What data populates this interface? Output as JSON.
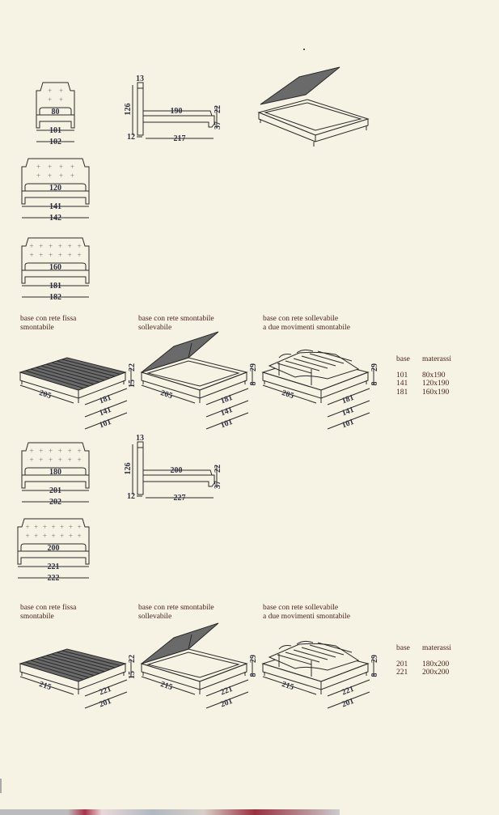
{
  "headboards": [
    {
      "id": "hb-80",
      "mattress": "80",
      "dim1": "101",
      "dim2": "102",
      "cols": 2
    },
    {
      "id": "hb-120",
      "mattress": "120",
      "dim1": "141",
      "dim2": "142",
      "cols": 4
    },
    {
      "id": "hb-160",
      "mattress": "160",
      "dim1": "181",
      "dim2": "182",
      "cols": 6
    },
    {
      "id": "hb-180",
      "mattress": "180",
      "dim1": "201",
      "dim2": "202",
      "cols": 6
    },
    {
      "id": "hb-200",
      "mattress": "200",
      "dim1": "221",
      "dim2": "222",
      "cols": 7
    }
  ],
  "side_views": [
    {
      "top": "13",
      "height": "126",
      "mattress_len": "190",
      "h1": "22",
      "h2": "37",
      "leg": "12",
      "total": "217"
    },
    {
      "top": "13",
      "height": "126",
      "mattress_len": "200",
      "h1": "22",
      "h2": "37",
      "leg": "12",
      "total": "227"
    }
  ],
  "sections": [
    {
      "captions": [
        [
          "base con rete fissa",
          "smontabile"
        ],
        [
          "base con rete smontabile",
          "sollevabile"
        ],
        [
          "base con rete sollevabile",
          "a due movimenti smontabile"
        ]
      ],
      "length": "205",
      "widths": [
        "181",
        "141",
        "101"
      ],
      "fixed_heights": [
        "15",
        "22"
      ],
      "lift_heights": [
        "8",
        "29"
      ],
      "table": {
        "col1": "base",
        "col2": "materassi",
        "rows": [
          [
            "101",
            "80x190"
          ],
          [
            "141",
            "120x190"
          ],
          [
            "181",
            "160x190"
          ]
        ]
      }
    },
    {
      "captions": [
        [
          "base con rete fissa",
          "smontabile"
        ],
        [
          "base con rete smontabile",
          "sollevabile"
        ],
        [
          "base con rete sollevabile",
          "a due movimenti smontabile"
        ]
      ],
      "length": "215",
      "widths": [
        "221",
        "201"
      ],
      "fixed_heights": [
        "15",
        "22"
      ],
      "lift_heights": [
        "8",
        "29"
      ],
      "table": {
        "col1": "base",
        "col2": "materassi",
        "rows": [
          [
            "201",
            "180x200"
          ],
          [
            "221",
            "200x200"
          ]
        ]
      }
    }
  ],
  "colors": {
    "background": "#f6f2e4",
    "line": "#2a2a2a",
    "dimension_text": "#2e3040",
    "caption_text": "#4a2418"
  }
}
